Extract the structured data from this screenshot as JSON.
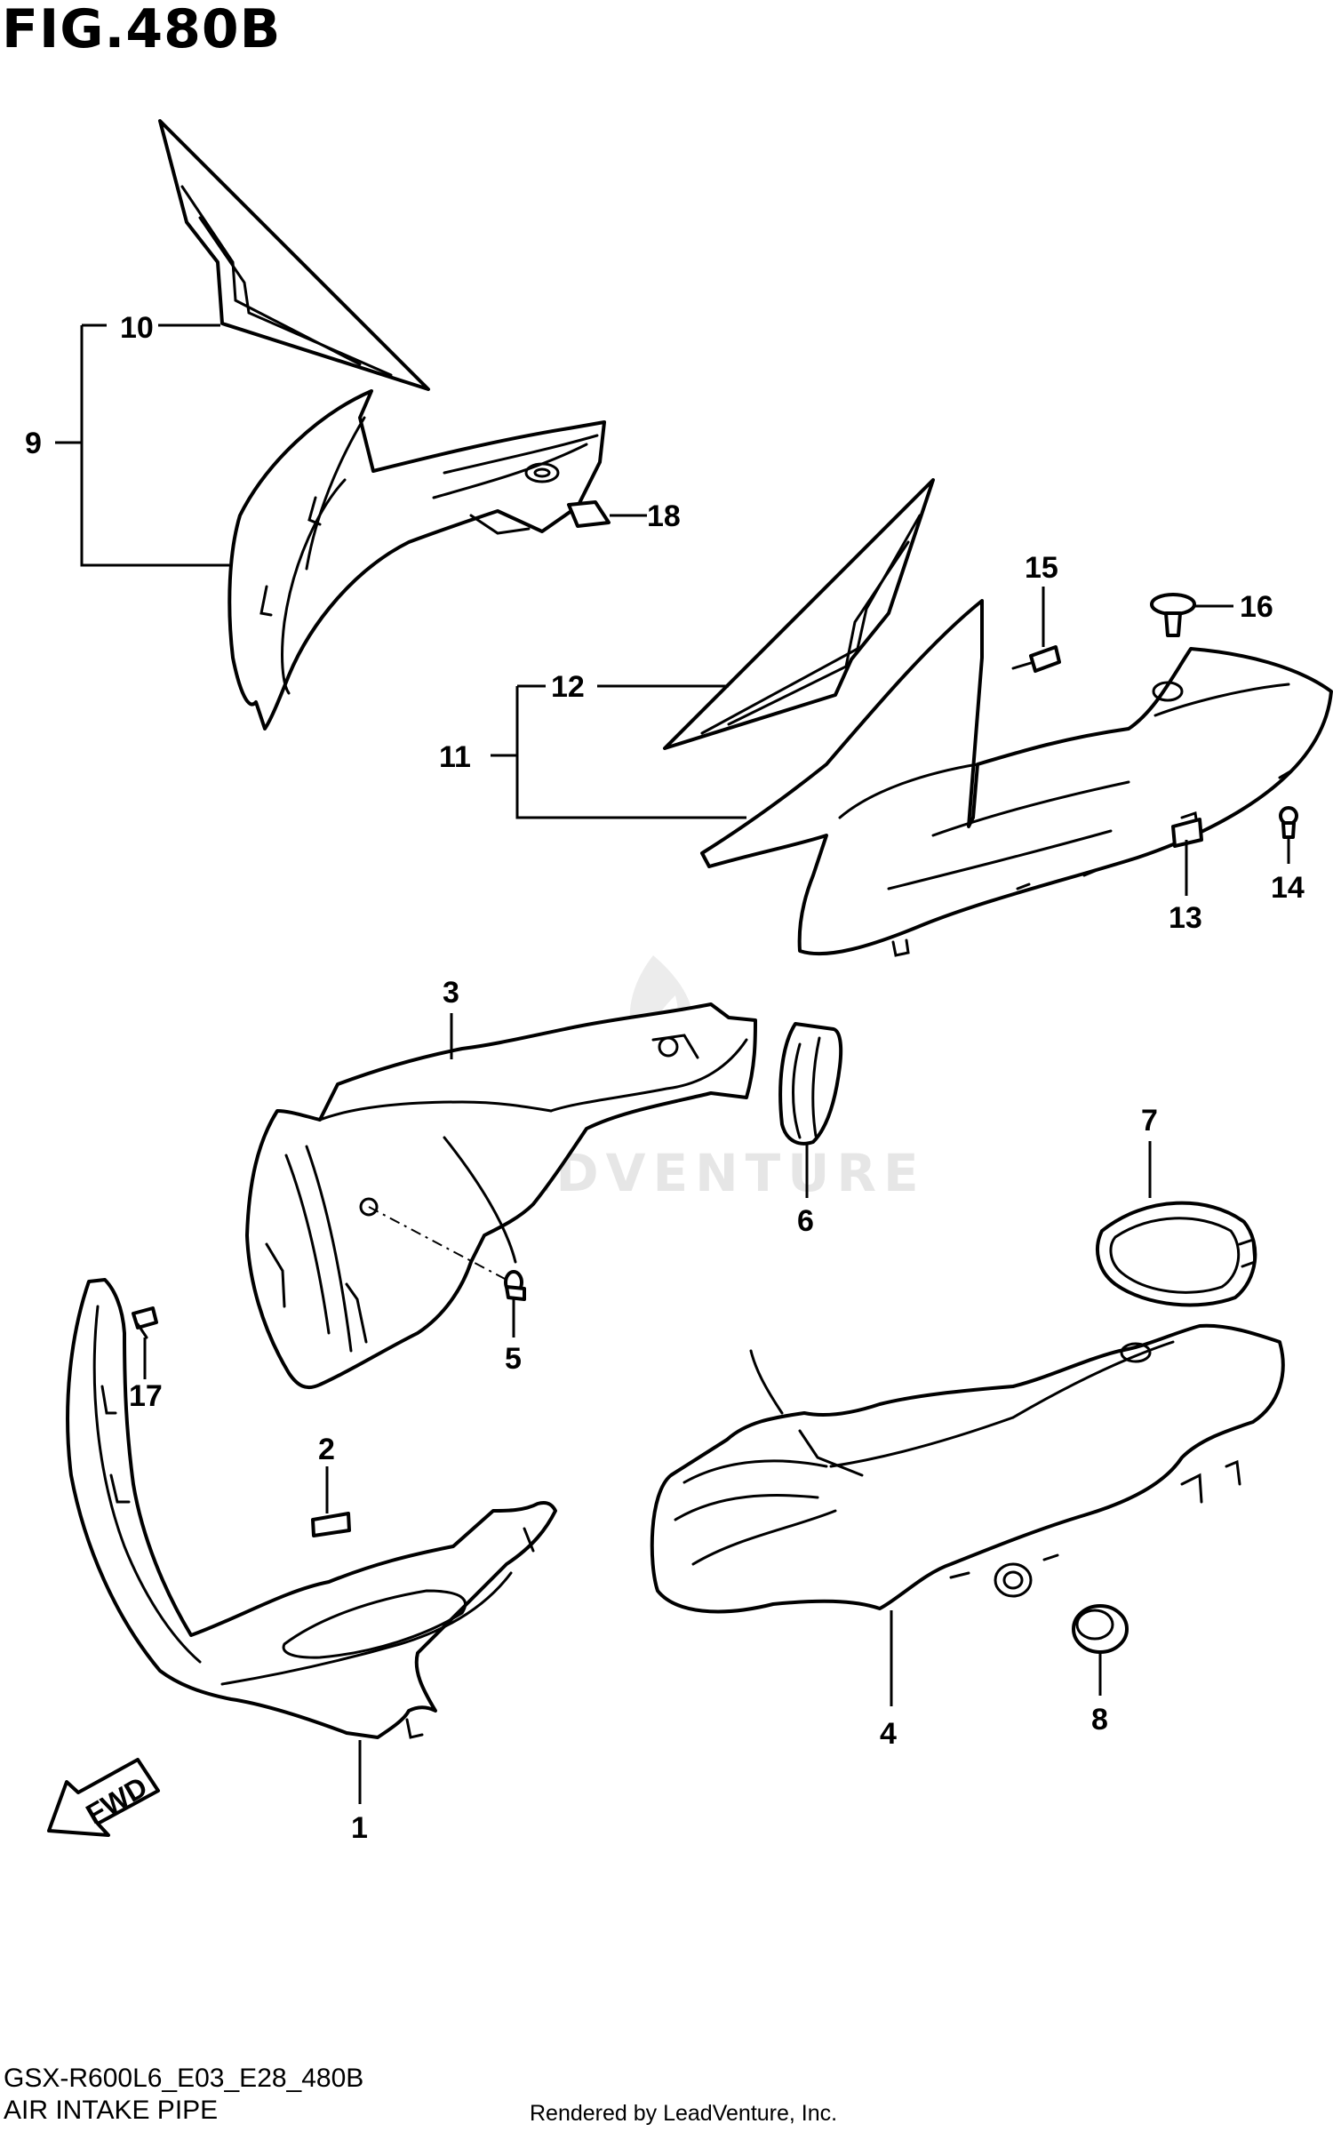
{
  "figure": {
    "title": "FIG.480B",
    "model_code": "GSX-R600L6_E03_E28_480B",
    "section_name": "AIR INTAKE PIPE",
    "rendered_by": "Rendered by LeadVenture, Inc.",
    "watermark": "LEADVENTURE",
    "fwd_label": "FWD"
  },
  "callouts": [
    {
      "id": "1",
      "label": "1"
    },
    {
      "id": "2",
      "label": "2"
    },
    {
      "id": "3",
      "label": "3"
    },
    {
      "id": "4",
      "label": "4"
    },
    {
      "id": "5",
      "label": "5"
    },
    {
      "id": "6",
      "label": "6"
    },
    {
      "id": "7",
      "label": "7"
    },
    {
      "id": "8",
      "label": "8"
    },
    {
      "id": "9",
      "label": "9"
    },
    {
      "id": "10",
      "label": "10"
    },
    {
      "id": "11",
      "label": "11"
    },
    {
      "id": "12",
      "label": "12"
    },
    {
      "id": "13",
      "label": "13"
    },
    {
      "id": "14",
      "label": "14"
    },
    {
      "id": "15",
      "label": "15"
    },
    {
      "id": "16",
      "label": "16"
    },
    {
      "id": "17",
      "label": "17"
    },
    {
      "id": "18",
      "label": "18"
    }
  ]
}
